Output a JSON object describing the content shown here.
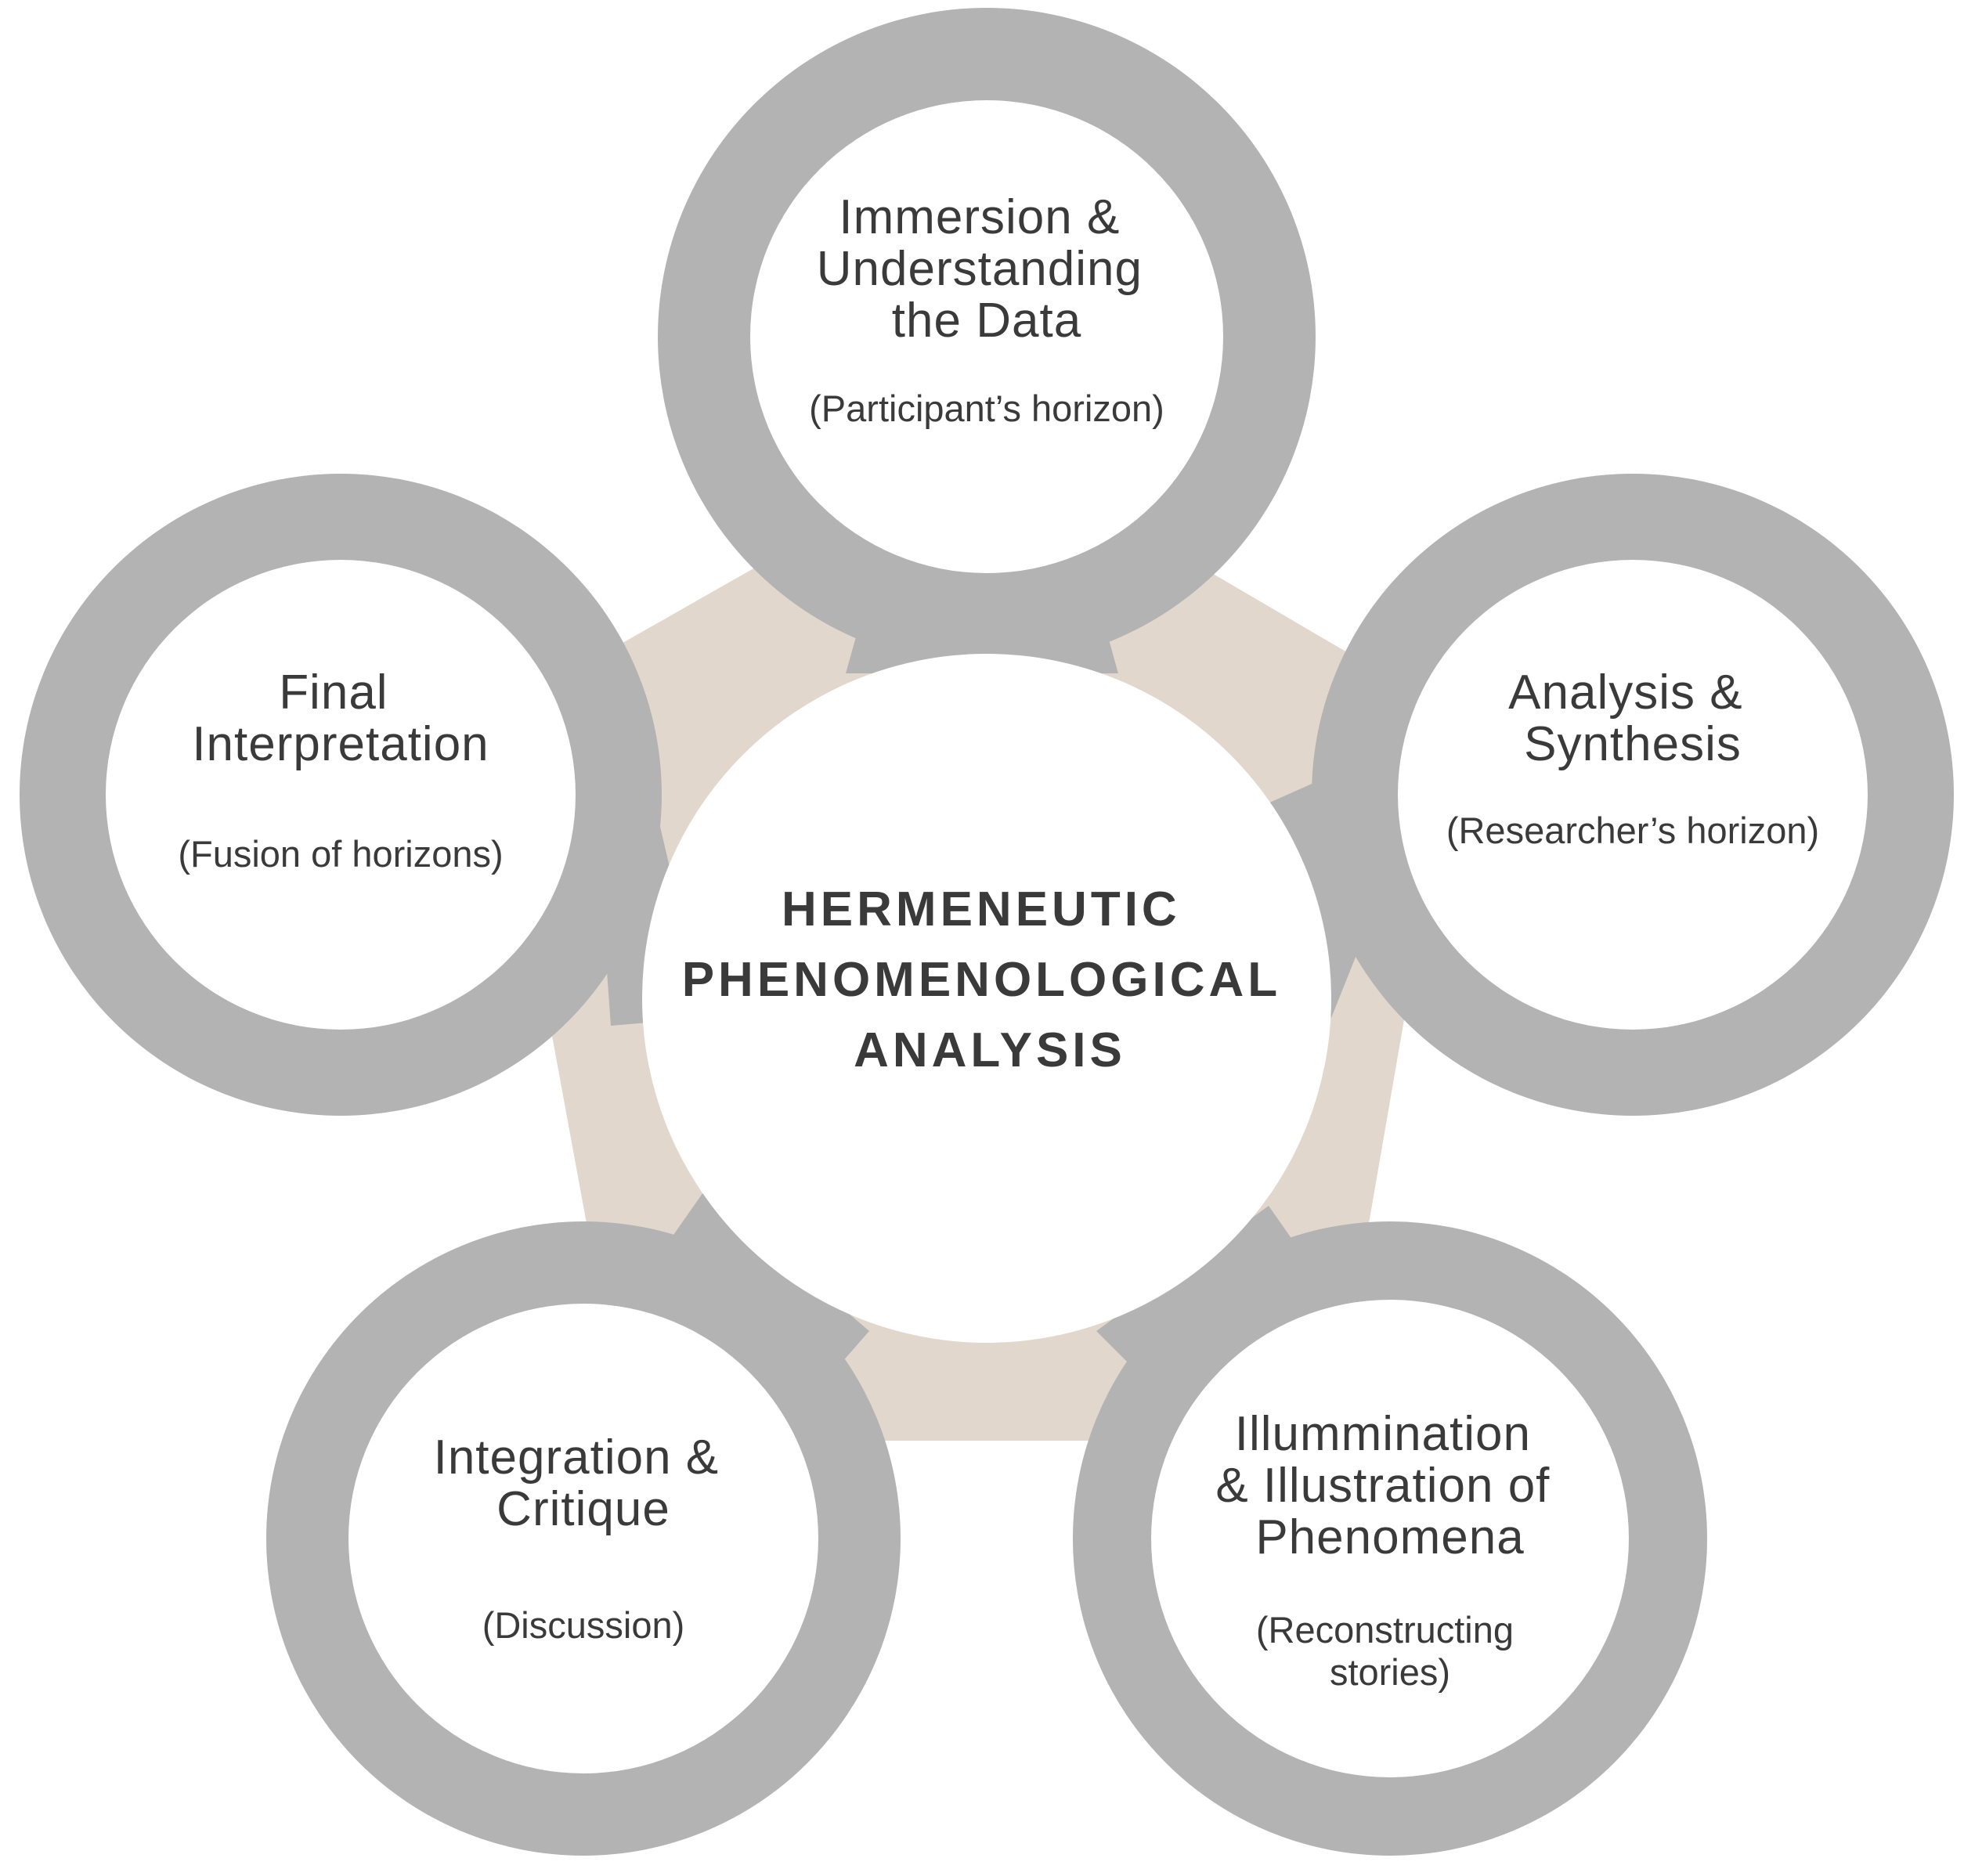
{
  "colors": {
    "ring": "#b3b3b3",
    "pentagon": "#e2d7cd",
    "fill": "#ffffff",
    "text": "#3a3a3a"
  },
  "center": {
    "lines": [
      "HERMENEUTIC",
      "PHENOMENOLOGICAL",
      "ANALYSIS"
    ]
  },
  "nodes": [
    {
      "id": "immersion",
      "title_lines": [
        "Immersion &",
        "Understanding",
        "the Data"
      ],
      "subtitle_lines": [
        "(Participant’s horizon)"
      ]
    },
    {
      "id": "analysis",
      "title_lines": [
        "Analysis &",
        "Synthesis"
      ],
      "subtitle_lines": [
        "(Researcher’s horizon)"
      ]
    },
    {
      "id": "illumination",
      "title_lines": [
        "Illummination",
        "& Illustration of",
        "Phenomena"
      ],
      "subtitle_lines": [
        "(Reconstructing",
        "stories)"
      ]
    },
    {
      "id": "integration",
      "title_lines": [
        "Integration &",
        "Critique"
      ],
      "subtitle_lines": [
        "(Discussion)"
      ]
    },
    {
      "id": "final",
      "title_lines": [
        "Final",
        "Interpretation"
      ],
      "subtitle_lines": [
        "(Fusion of horizons)"
      ]
    }
  ]
}
